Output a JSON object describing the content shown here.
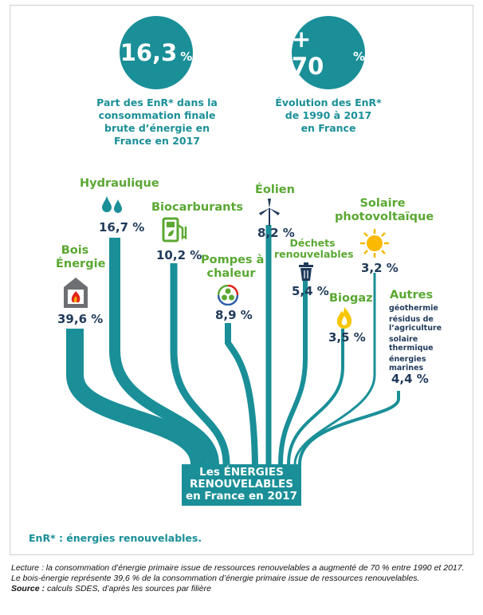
{
  "kpis": [
    {
      "value": "16,3",
      "unit": "%",
      "label_lines": [
        "Part des EnR* dans la",
        "consommation finale",
        "brute d’énergie en",
        "France en 2017"
      ]
    },
    {
      "value": "+ 70",
      "unit": "%",
      "label_lines": [
        "Évolution des EnR*",
        "de 1990 à 2017",
        "en France"
      ]
    }
  ],
  "categories": {
    "hydraulique": {
      "label": "Hydraulique",
      "pct": "16,7 %",
      "icon": "water-drops-icon"
    },
    "biocarburants": {
      "label": "Biocarburants",
      "pct": "10,2 %",
      "icon": "fuel-pump-icon"
    },
    "eolien": {
      "label": "Éolien",
      "pct": "8,2 %",
      "icon": "wind-turbine-icon"
    },
    "solaire": {
      "label_lines": [
        "Solaire",
        "photovoltaïque"
      ],
      "pct": "3,2 %",
      "icon": "sun-icon"
    },
    "bois": {
      "label_lines": [
        "Bois",
        "Énergie"
      ],
      "pct": "39,6 %",
      "icon": "wood-stove-icon"
    },
    "pompes": {
      "label_lines": [
        "Pompes à",
        "chaleur"
      ],
      "pct": "8,9 %",
      "icon": "fan-icon"
    },
    "dechets": {
      "label_lines": [
        "Déchets",
        "renouvelables"
      ],
      "pct": "5,4 %",
      "icon": "trash-bin-icon"
    },
    "biogaz": {
      "label": "Biogaz",
      "pct": "3,5 %",
      "icon": "flame-icon"
    },
    "autres": {
      "label": "Autres",
      "pct": "4,4 %",
      "sub_lines": [
        "géothermie",
        "résidus de",
        "l’agriculture",
        "solaire",
        "thermique",
        "énergies",
        "marines"
      ]
    }
  },
  "center_lines": [
    "Les ÉNERGIES",
    "RENOUVELABLES",
    "en France en 2017"
  ],
  "footnote": "EnR* : énergies renouvelables.",
  "caption": {
    "lecture_label": "Lecture :",
    "lecture_text": "la consommation d’énergie primaire issue de ressources renouvelables a augmenté de 70 % entre 1990 et 2017. Le bois-énergie représente 39,6 % de la consommation d’énergie primaire issue de ressources renouvelables.",
    "source_label": "Source :",
    "source_text": "calculs SDES, d’après les sources par filière"
  },
  "colors": {
    "teal": "#1a8f98",
    "green": "#5aa832",
    "navy": "#1f3a5a"
  }
}
